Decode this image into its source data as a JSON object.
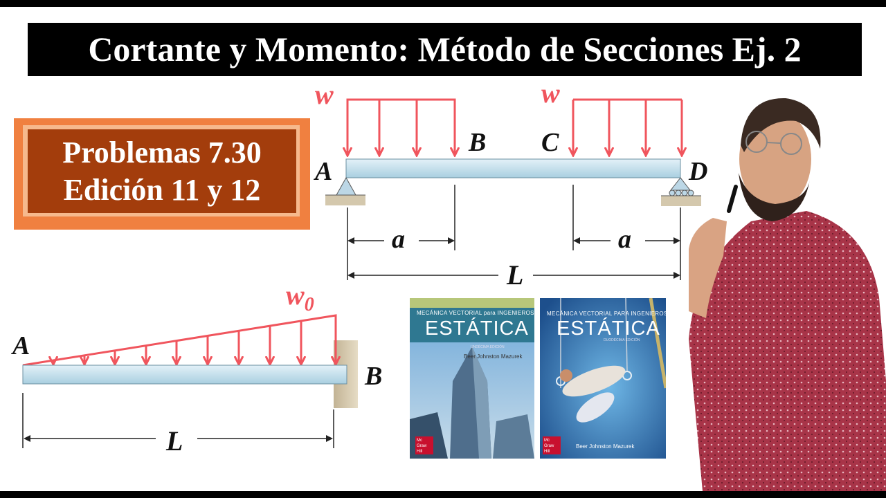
{
  "title": "Cortante y Momento: Método de Secciones Ej. 2",
  "badge": {
    "line1": "Problemas 7.30",
    "line2": "Edición 11 y 12"
  },
  "beam1": {
    "load_left": "w",
    "load_right": "w",
    "point_a": "A",
    "point_b": "B",
    "point_c": "C",
    "point_d": "D",
    "dim_left": "a",
    "dim_right": "a",
    "dim_total": "L"
  },
  "beam2": {
    "load": "w",
    "load_subscript": "0",
    "point_a": "A",
    "point_b": "B",
    "dim_total": "L"
  },
  "book1": {
    "subtitle": "MECÁNICA VECTORIAL para INGENIEROS",
    "name": "ESTÁTICA",
    "edition": "UNDÉCIMA EDICIÓN",
    "authors": "Beer   Johnston   Mazurek",
    "publisher": "Mc Graw Hill"
  },
  "book2": {
    "subtitle": "MECÁNICA VECTORIAL PARA INGENIEROS",
    "name": "ESTÁTICA",
    "edition": "DUODÉCIMA EDICIÓN",
    "authors": "Beer        Johnston        Mazurek",
    "publisher": "Mc Graw Hill"
  },
  "colors": {
    "load": "#f0555d",
    "beam": "#c8e3ef",
    "badge_outer": "#f08040",
    "badge_core": "#a33d0c",
    "book1_band": "#2f7891",
    "book2_band": "#1e3a68"
  }
}
